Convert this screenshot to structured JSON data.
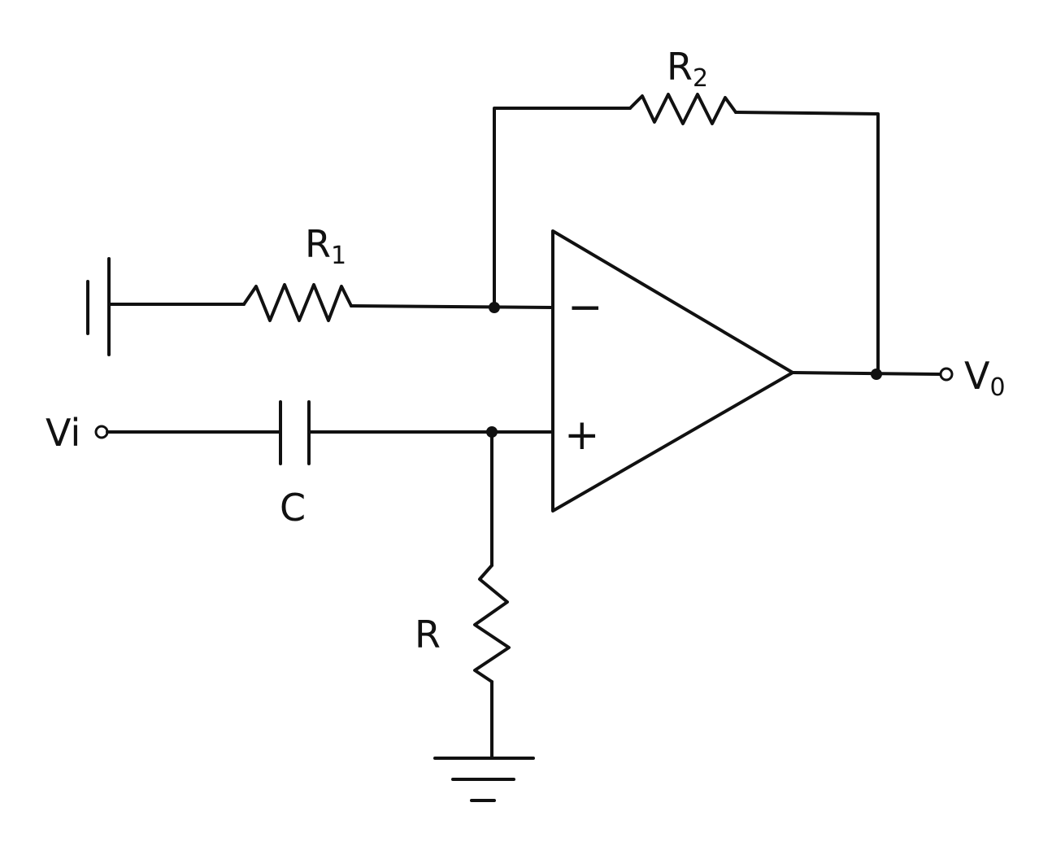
{
  "labels": {
    "r1": "R",
    "r1_sub": "1",
    "r2": "R",
    "r2_sub": "2",
    "c": "C",
    "r": "R",
    "vi": "Vi",
    "vo": "V",
    "vo_sub": "0",
    "minus": "−",
    "plus": "+"
  },
  "colors": {
    "ink": "#111111",
    "paper": "#ffffff"
  }
}
